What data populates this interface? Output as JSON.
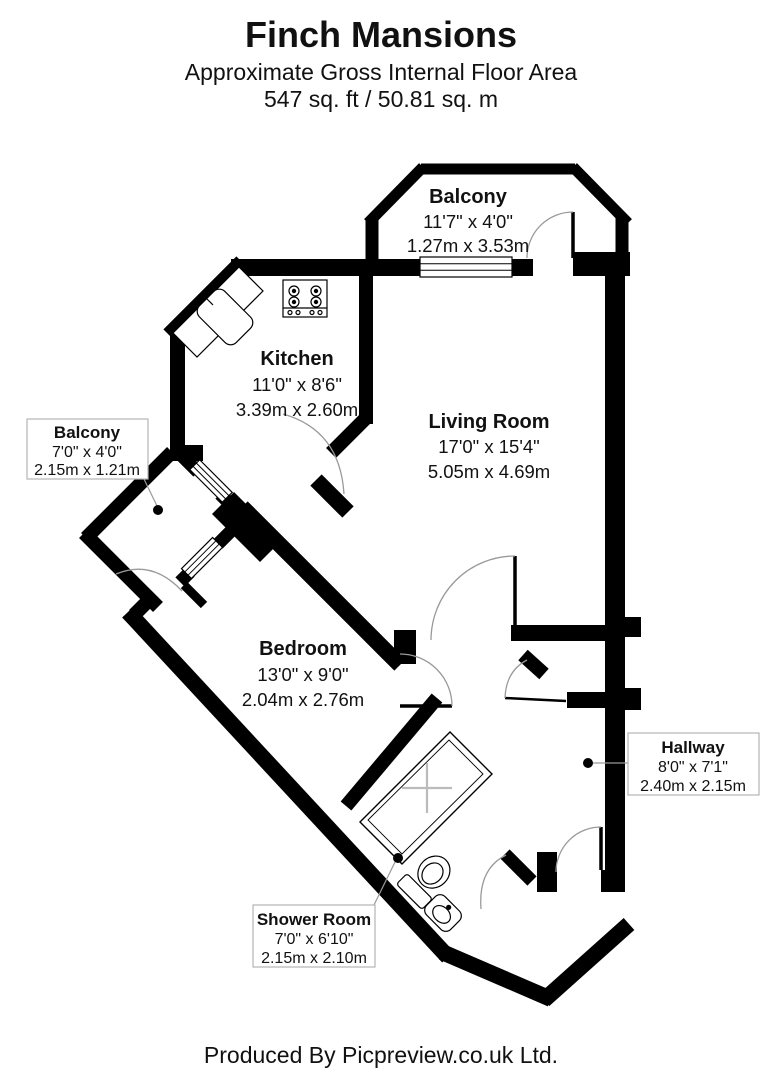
{
  "header": {
    "title": "Finch Mansions",
    "subtitle": "Approximate Gross Internal Floor Area",
    "area": "547 sq. ft / 50.81 sq. m"
  },
  "footer": {
    "credit": "Produced By Picpreview.co.uk Ltd."
  },
  "rooms": {
    "balcony_top": {
      "name": "Balcony",
      "imperial": "11'7\" x 4'0\"",
      "metric": "1.27m x 3.53m"
    },
    "kitchen": {
      "name": "Kitchen",
      "imperial": "11'0\" x 8'6\"",
      "metric": "3.39m x 2.60m"
    },
    "living_room": {
      "name": "Living Room",
      "imperial": "17'0\" x 15'4\"",
      "metric": "5.05m x 4.69m"
    },
    "balcony_left": {
      "name": "Balcony",
      "imperial": "7'0\" x 4'0\"",
      "metric": "2.15m x 1.21m"
    },
    "bedroom": {
      "name": "Bedroom",
      "imperial": "13'0\" x 9'0\"",
      "metric": "2.04m x 2.76m"
    },
    "hallway": {
      "name": "Hallway",
      "imperial": "8'0\" x 7'1\"",
      "metric": "2.40m x 2.15m"
    },
    "shower_room": {
      "name": "Shower Room",
      "imperial": "7'0\" x 6'10\"",
      "metric": "2.15m x 2.10m"
    }
  },
  "icons": [
    "stove-icon",
    "sink-icon",
    "toilet-icon",
    "basin-icon",
    "shower-tray-icon",
    "door-arc",
    "window",
    "leader-dot"
  ],
  "colors": {
    "wall": "#000000",
    "door_arc": "#9a9a9a",
    "leader": "#999999",
    "label_box_border": "#b5b5b5",
    "fixture_line": "#000000",
    "shower_cross": "#bbbbbb",
    "background": "#ffffff",
    "text": "#111111"
  }
}
